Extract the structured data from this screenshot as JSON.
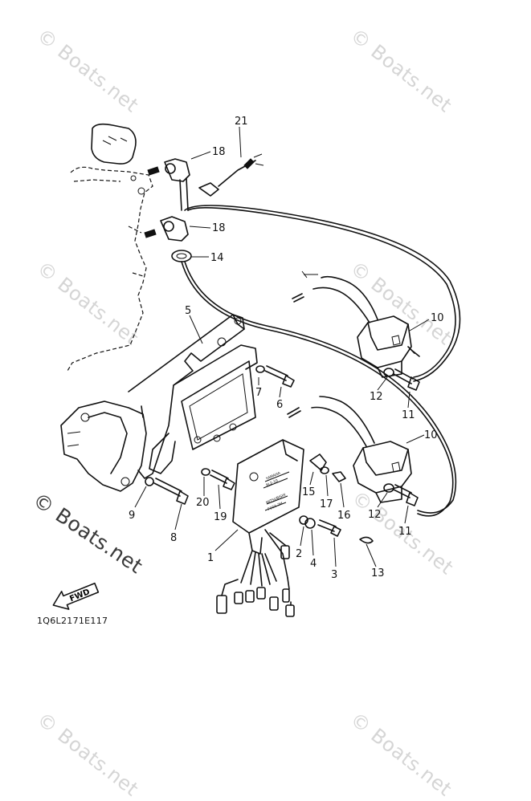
{
  "watermark": {
    "text": "© Boats.net"
  },
  "diagram_code": "1Q6L2171E117",
  "fwd_label": "FWD",
  "callouts": [
    {
      "id": "21",
      "text": "21"
    },
    {
      "id": "18a",
      "text": "18"
    },
    {
      "id": "18b",
      "text": "18"
    },
    {
      "id": "14",
      "text": "14"
    },
    {
      "id": "5",
      "text": "5"
    },
    {
      "id": "10a",
      "text": "10"
    },
    {
      "id": "7",
      "text": "7"
    },
    {
      "id": "6",
      "text": "6"
    },
    {
      "id": "12a",
      "text": "12"
    },
    {
      "id": "11a",
      "text": "11"
    },
    {
      "id": "10b",
      "text": "10"
    },
    {
      "id": "15",
      "text": "15"
    },
    {
      "id": "17",
      "text": "17"
    },
    {
      "id": "16",
      "text": "16"
    },
    {
      "id": "12b",
      "text": "12"
    },
    {
      "id": "11b",
      "text": "11"
    },
    {
      "id": "9",
      "text": "9"
    },
    {
      "id": "20",
      "text": "20"
    },
    {
      "id": "19",
      "text": "19"
    },
    {
      "id": "8",
      "text": "8"
    },
    {
      "id": "2",
      "text": "2"
    },
    {
      "id": "4",
      "text": "4"
    },
    {
      "id": "3",
      "text": "3"
    },
    {
      "id": "13",
      "text": "13"
    },
    {
      "id": "1",
      "text": "1"
    }
  ],
  "module_label_lines": [
    "YAMAHA",
    "6L2-10",
    "MITSUBISHI",
    "F1G1-2H"
  ]
}
